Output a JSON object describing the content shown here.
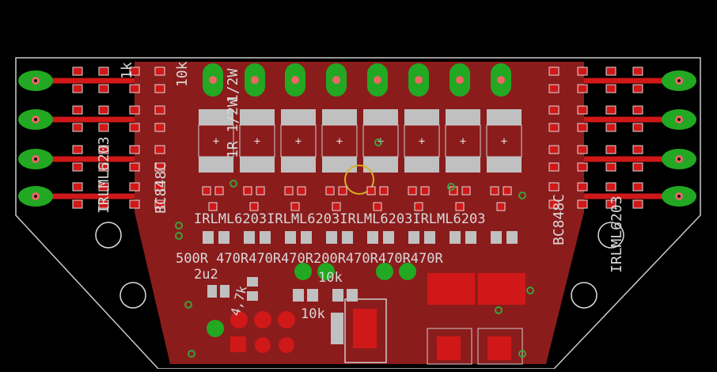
{
  "colors": {
    "background": "#000000",
    "board_outline": "#cccccc",
    "copper": "#8b1c1c",
    "copper_dark": "#6e1414",
    "pad_smd": "#c0c0c0",
    "pad_red": "#d01818",
    "pad_green": "#22a822",
    "silk": "#d8d8d8",
    "via": "#3aa23a",
    "drill": "#111111",
    "highlight_ring": "#d8b020"
  },
  "labels": {
    "left_ic_1": "IRLML6203",
    "left_ic_2": "BC848C",
    "right_ic_1": "IRLML6203",
    "right_ic_2": "BC848C",
    "resistor_1k": "1k",
    "resistor_10k": "10k",
    "power_res": "1R 1/2W",
    "wattage": "1/2W",
    "bottom_row": "500R 470R470R470R200R470R470R470R",
    "bottom_row_right": "BC848C",
    "cap_2u2": "2u2",
    "res_4k7": "4,7k",
    "res_10k_a": "10k",
    "res_10k_b": "10k",
    "mid_row": "IRLML6203IRLML6203IRLML6203IRLML6203"
  }
}
